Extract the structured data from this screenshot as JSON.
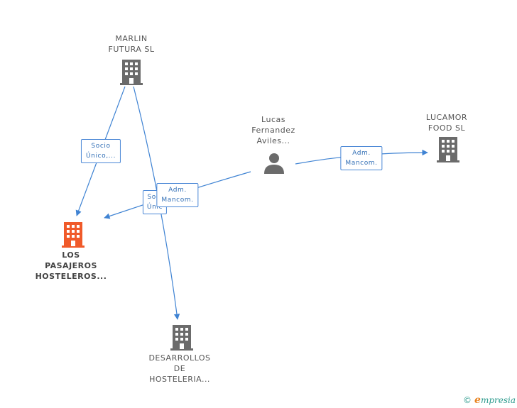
{
  "colors": {
    "edge": "#3f83d3",
    "building": "#6b6b6b",
    "building_main": "#f05a2a",
    "person": "#6b6b6b"
  },
  "nodes": {
    "marlin": {
      "lines": [
        "MARLIN",
        "FUTURA  SL"
      ],
      "icon": "building-icon"
    },
    "los_pasajeros": {
      "lines": [
        "LOS",
        "PASAJEROS",
        "HOSTELEROS..."
      ],
      "icon": "building-icon"
    },
    "desarrollos": {
      "lines": [
        "DESARROLLOS",
        "DE",
        "HOSTELERIA..."
      ],
      "icon": "building-icon"
    },
    "lucas": {
      "lines": [
        "Lucas",
        "Fernandez",
        "Aviles..."
      ],
      "icon": "person-icon"
    },
    "lucamor": {
      "lines": [
        "LUCAMOR",
        "FOOD SL"
      ],
      "icon": "building-icon"
    }
  },
  "edges": {
    "marlin_to_pasajeros": {
      "lines": [
        "Socio",
        "Único,..."
      ]
    },
    "marlin_to_desarrollos": {
      "lines": [
        "Soci",
        "Únic"
      ]
    },
    "lucas_to_pasajeros": {
      "lines": [
        "Adm.",
        "Mancom."
      ]
    },
    "lucas_to_lucamor": {
      "lines": [
        "Adm.",
        "Mancom."
      ]
    }
  },
  "footer": {
    "copyright": "©",
    "brand_initial": "e",
    "brand_rest": "mpresia"
  }
}
